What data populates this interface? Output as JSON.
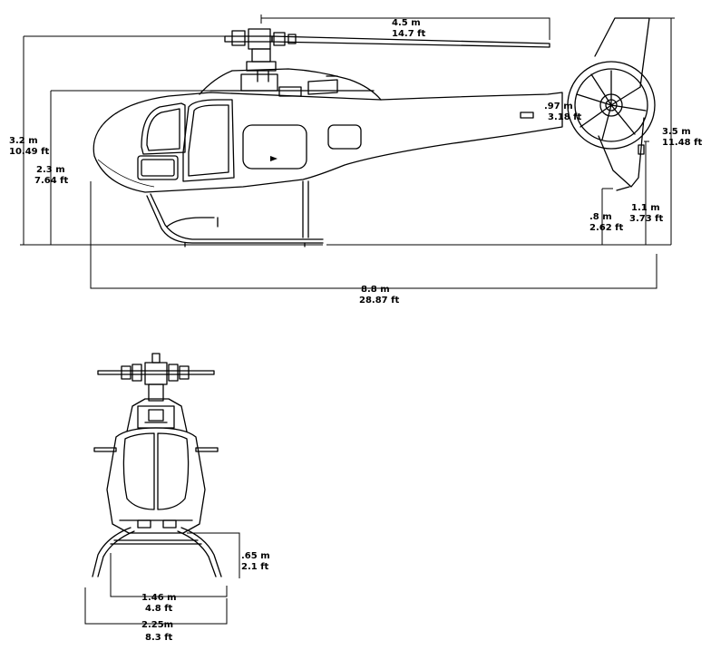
{
  "side_view": {
    "rotor_diameter": {
      "metric": "4.5  m",
      "imperial": "14.7  ft"
    },
    "height_overall": {
      "metric": "3.2  m",
      "imperial": "10.49  ft"
    },
    "cabin_height": {
      "metric": "2.3  m",
      "imperial": "7.64  ft"
    },
    "fenestron_diameter": {
      "metric": ".97  m",
      "imperial": "3.18  ft"
    },
    "tail_height": {
      "metric": "3.5  m",
      "imperial": "11.48  ft"
    },
    "fin_clearance": {
      "metric": "1.1  m",
      "imperial": "3.73  ft"
    },
    "tail_clearance": {
      "metric": ".8  m",
      "imperial": "2.62  ft"
    },
    "overall_length": {
      "metric": "8.8  m",
      "imperial": "28.87  ft"
    }
  },
  "front_view": {
    "skid_height": {
      "metric": ".65  m",
      "imperial": "2.1  ft"
    },
    "skid_track": {
      "metric": "1.46  m",
      "imperial": "4.8  ft"
    },
    "overall_width": {
      "metric": "2.25m",
      "imperial": "8.3  ft"
    }
  }
}
